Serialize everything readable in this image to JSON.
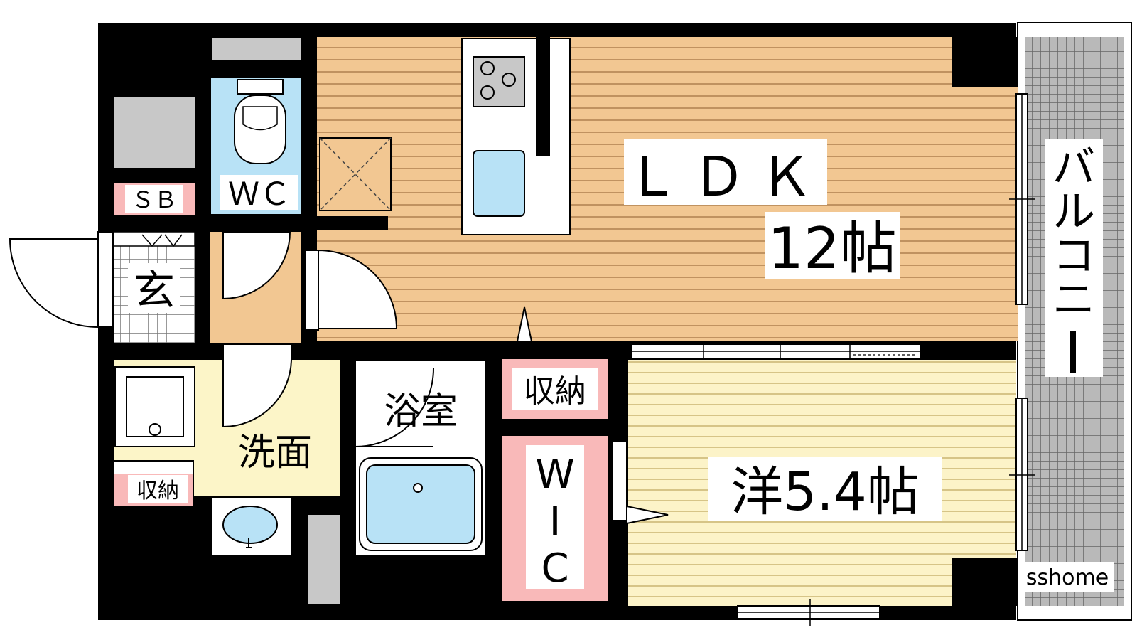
{
  "labels": {
    "ldk": "ＬＤＫ",
    "ldk_size": "12帖",
    "western_room": "洋5.4帖",
    "wic_1": "W",
    "wic_2": "I",
    "wic_3": "C",
    "storage_main": "収納",
    "storage_small": "収納",
    "bathroom": "浴室",
    "washroom": "洗面",
    "wc": "ＷＣ",
    "shoe_box": "ＳＢ",
    "entrance": "玄",
    "balcony": [
      "バ",
      "ル",
      "コ",
      "ニ",
      "ー"
    ]
  },
  "watermark": "sshome",
  "colors": {
    "wall": "#000000",
    "ldk_floor": "#f2c792",
    "ldk_lines": "#b08050",
    "western_floor": "#fcf3c8",
    "western_lines": "#bfa760",
    "washroom": "#fcf5c8",
    "hall": "#f2c792",
    "pink": "#f9b9b9",
    "water_blue": "#b8e2f6",
    "gray_block": "#c8c8c8",
    "balcony_tile": "#888888"
  }
}
